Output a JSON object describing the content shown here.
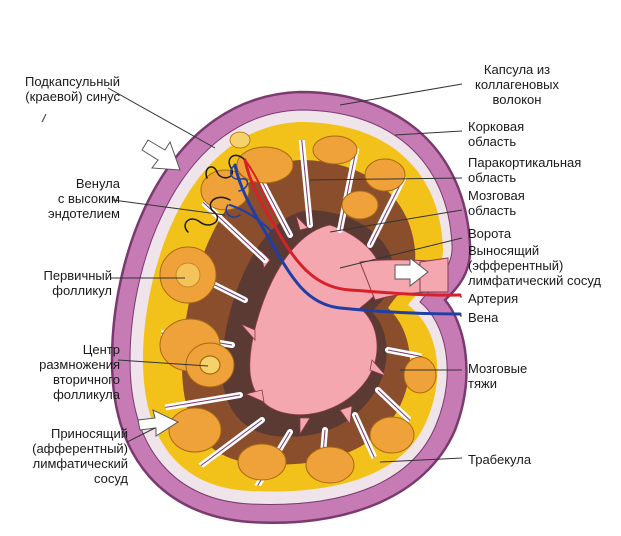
{
  "labels": {
    "subcapsular_sinus": "Подкапсульный\n(краевой) синус",
    "venule": "Венула\nс высоким\nэндотелием",
    "primary_follicle": "Первичный\nфолликул",
    "germinal_center": "Центр\nразмножения\nвторичного\nфолликула",
    "afferent_vessel": "Приносящий\n(афферентный)\nлимфатический\nсосуд",
    "capsule": "Капсула из\nколлагеновых\nволокон",
    "cortex": "Корковая\nобласть",
    "paracortex": "Паракортикальная\nобласть",
    "medulla": "Мозговая\nобласть",
    "hilum": "Ворота",
    "efferent_vessel": "Выносящий\n(эфферентный)\nлимфатический сосуд",
    "artery": "Артерия",
    "vein": "Вена",
    "medullary_cords": "Мозговые\nтяжи",
    "trabecula": "Трабекула"
  },
  "colors": {
    "capsule": "#c77bb5",
    "capsule_edge": "#7a3a6e",
    "sinus": "#efe4ea",
    "cortex_yellow": "#f2c21a",
    "follicle_orange": "#f0a23a",
    "center_light": "#f6d36a",
    "paracortex_brown": "#8a4e2c",
    "medulla_dark": "#5a3a32",
    "medulla_pink": "#f5a7b0",
    "artery": "#d8202a",
    "vein": "#1f3fa6",
    "leader": "#333333"
  }
}
